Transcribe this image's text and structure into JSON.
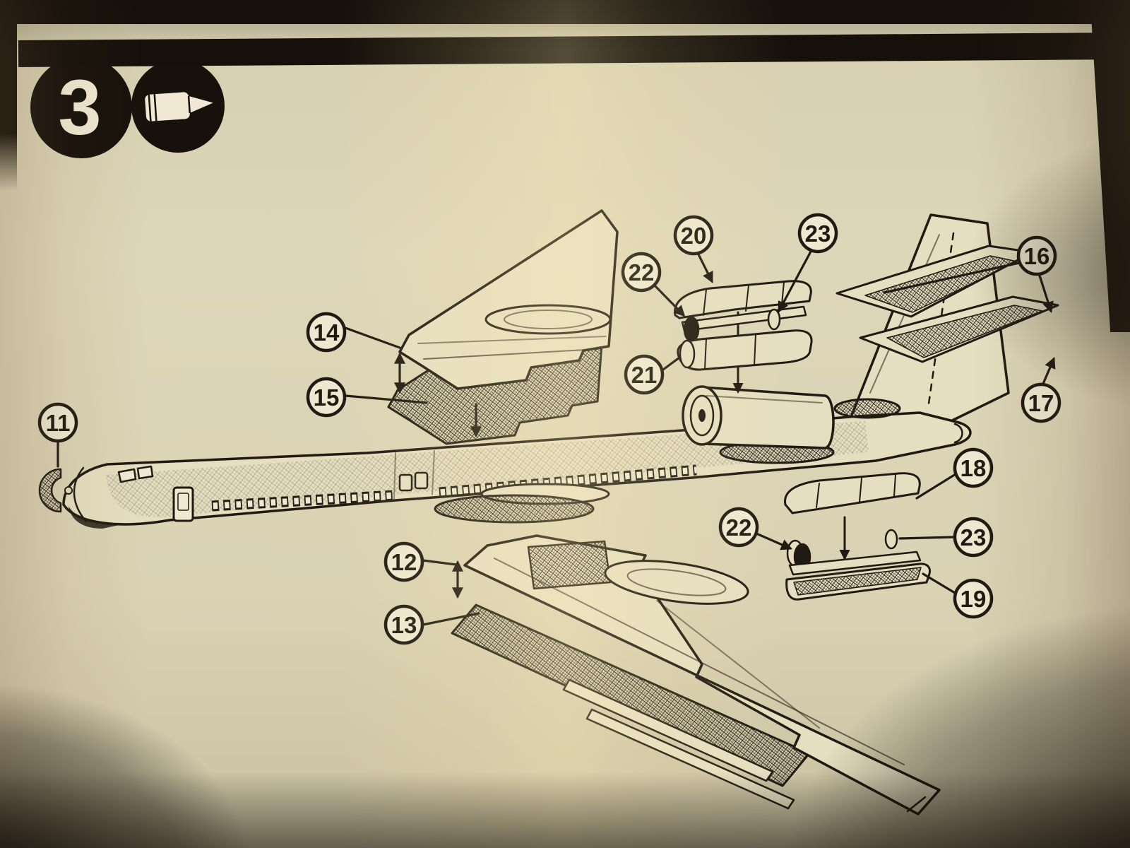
{
  "step": {
    "number": "3"
  },
  "icons": {
    "glue": "glue-tube"
  },
  "colors": {
    "paper": "#ddd5b6",
    "ink": "#211a12"
  },
  "callouts": [
    {
      "label": "11"
    },
    {
      "label": "14"
    },
    {
      "label": "15"
    },
    {
      "label": "12"
    },
    {
      "label": "13"
    },
    {
      "label": "22"
    },
    {
      "label": "20"
    },
    {
      "label": "23"
    },
    {
      "label": "16"
    },
    {
      "label": "17"
    },
    {
      "label": "21"
    },
    {
      "label": "18"
    },
    {
      "label": "22"
    },
    {
      "label": "23"
    },
    {
      "label": "19"
    }
  ]
}
